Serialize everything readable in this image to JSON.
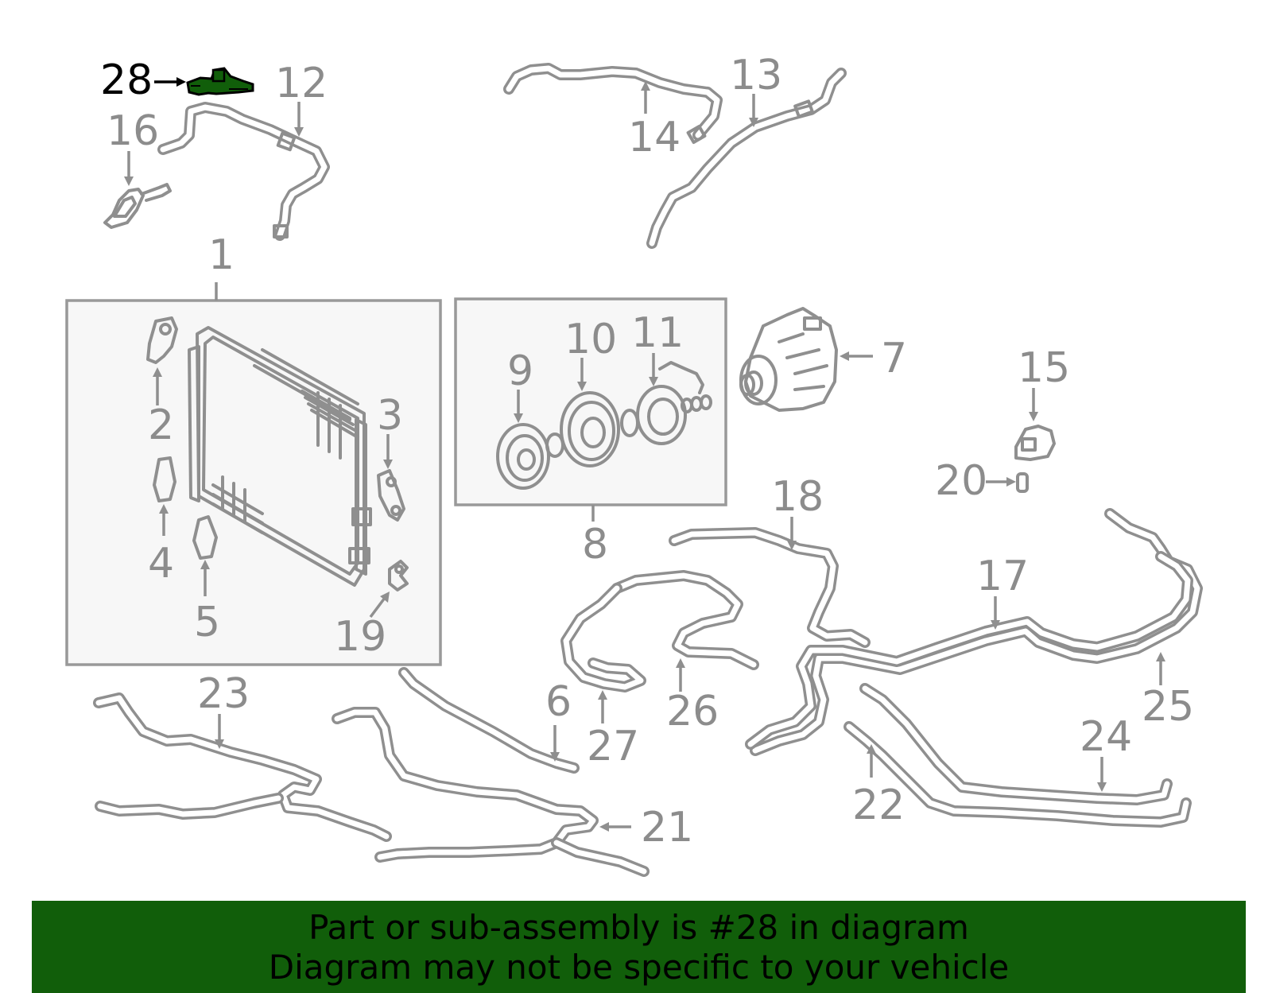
{
  "diagram": {
    "highlight_color": "#115e0a",
    "line_color": "#8f8f8f",
    "callouts": {
      "c1": "1",
      "c2": "2",
      "c3": "3",
      "c4": "4",
      "c5": "5",
      "c6": "6",
      "c7": "7",
      "c8": "8",
      "c9": "9",
      "c10": "10",
      "c11": "11",
      "c12": "12",
      "c13": "13",
      "c14": "14",
      "c15": "15",
      "c16": "16",
      "c17": "17",
      "c18": "18",
      "c19": "19",
      "c20": "20",
      "c21": "21",
      "c22": "22",
      "c23": "23",
      "c24": "24",
      "c25": "25",
      "c26": "26",
      "c27": "27",
      "c28": "28"
    },
    "highlighted_callout": "28"
  },
  "footer": {
    "line1": "Part or sub-assembly is #28 in diagram",
    "line2": "Diagram may not be specific to your vehicle",
    "background": "#115e0a"
  }
}
